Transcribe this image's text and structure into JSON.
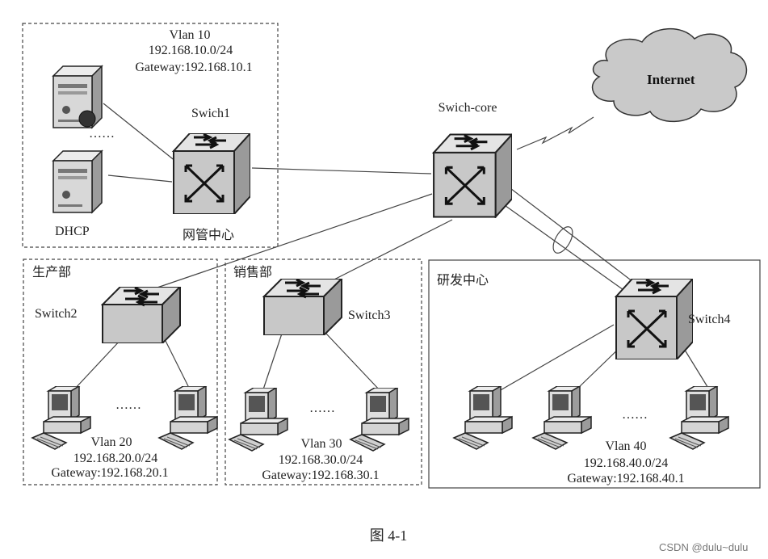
{
  "internet": "Internet",
  "core": "Swich-core",
  "boxes": {
    "mgmt": {
      "vlan": "Vlan 10",
      "subnet": "192.168.10.0/24",
      "gateway": "Gateway:192.168.10.1",
      "switch": "Swich1",
      "dhcp": "DHCP",
      "name": "网管中心",
      "ellipsis": "……"
    },
    "prod": {
      "name": "生产部",
      "switch": "Switch2",
      "vlan": "Vlan 20",
      "subnet": "192.168.20.0/24",
      "gateway": "Gateway:192.168.20.1",
      "ellipsis": "……"
    },
    "sales": {
      "name": "销售部",
      "switch": "Switch3",
      "vlan": "Vlan 30",
      "subnet": "192.168.30.0/24",
      "gateway": "Gateway:192.168.30.1",
      "ellipsis": "……"
    },
    "rnd": {
      "name": "研发中心",
      "switch": "Switch4",
      "vlan": "Vlan 40",
      "subnet": "192.168.40.0/24",
      "gateway": "Gateway:192.168.40.1",
      "ellipsis": "……"
    }
  },
  "caption": "图 4-1",
  "watermark": "CSDN @dulu~dulu"
}
